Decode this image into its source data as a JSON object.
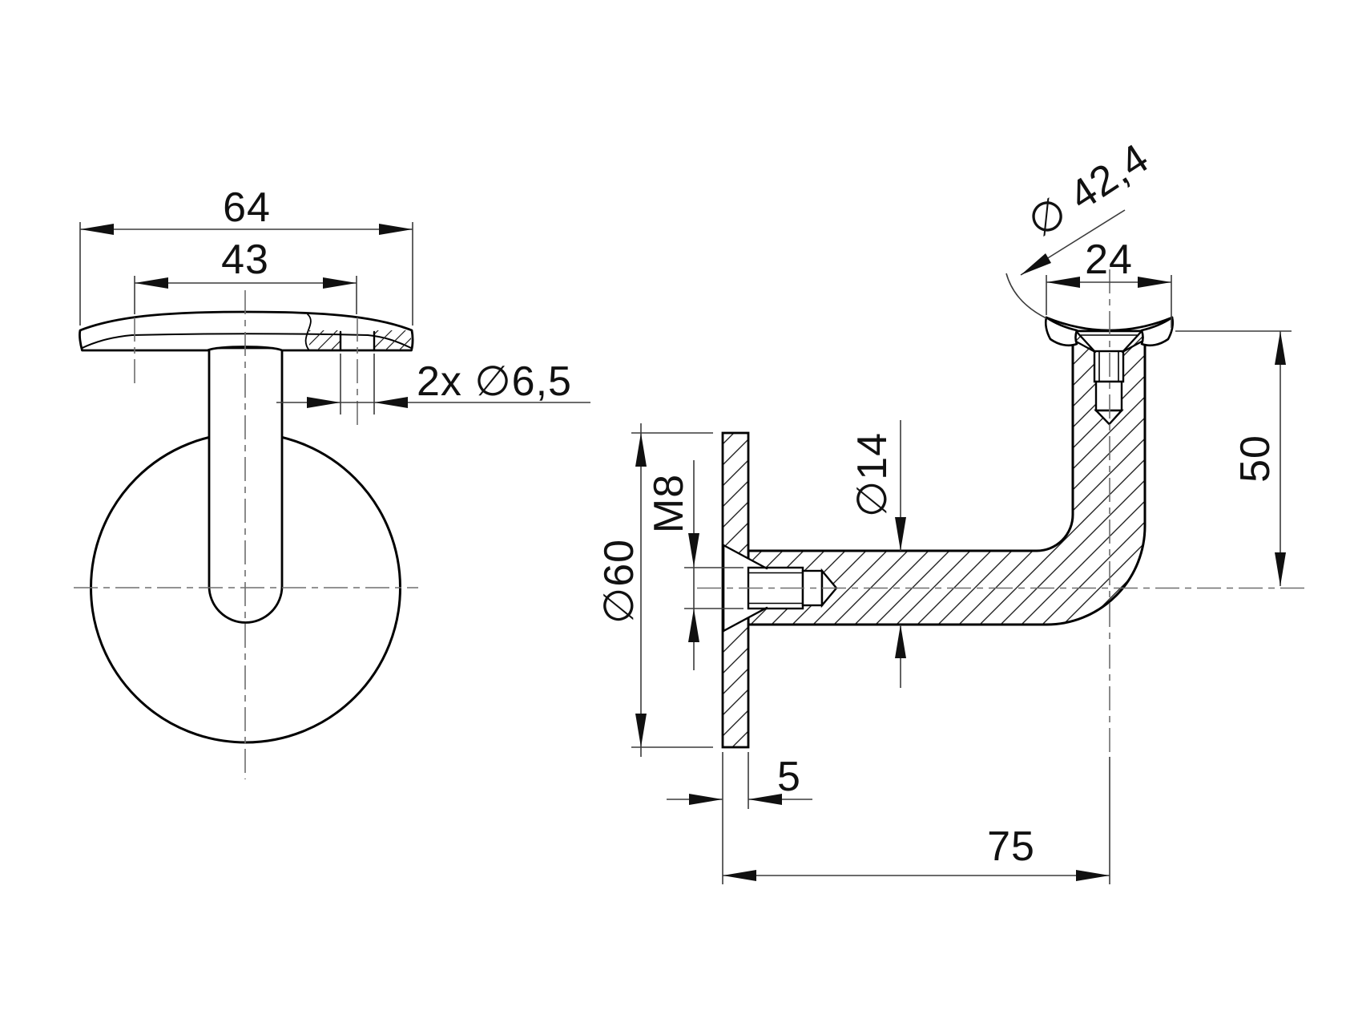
{
  "drawing": {
    "kind": "technical-drawing",
    "object_line_color": "#000000",
    "dimension_line_color": "#3c3c3c",
    "centerline_color": "#6e6e6e",
    "background": "#ffffff",
    "front_view": {
      "dims": {
        "saddle_width": "64",
        "hole_pitch": "43",
        "holes": "2x ∅6,5"
      }
    },
    "side_view": {
      "dims": {
        "handrail_diameter": "∅ 42,4",
        "saddle_depth": "24",
        "height_offset": "50",
        "arm_diameter": "∅14",
        "thread": "M8",
        "plate_diameter": "∅60",
        "plate_thickness": "5",
        "wall_reach": "75"
      }
    }
  }
}
